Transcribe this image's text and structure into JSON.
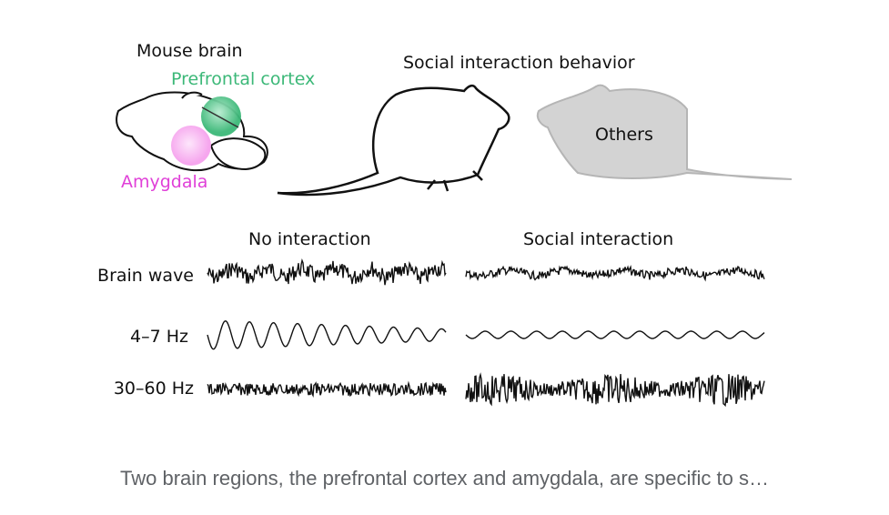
{
  "figure": {
    "brain_title": "Mouse brain",
    "prefrontal_label": "Prefrontal cortex",
    "amygdala_label": "Amygdala",
    "behavior_title": "Social interaction behavior",
    "others_label": "Others",
    "condition_no": "No interaction",
    "condition_social": "Social interaction",
    "rows": [
      "Brain wave",
      "4–7 Hz",
      "30–60 Hz"
    ],
    "colors": {
      "prefrontal": "#3cb878",
      "amygdala": "#e040d8",
      "others_mouse": "#c8c8c8"
    }
  },
  "caption": "Two brain regions, the prefrontal cortex and amygdala, are specific to s…"
}
